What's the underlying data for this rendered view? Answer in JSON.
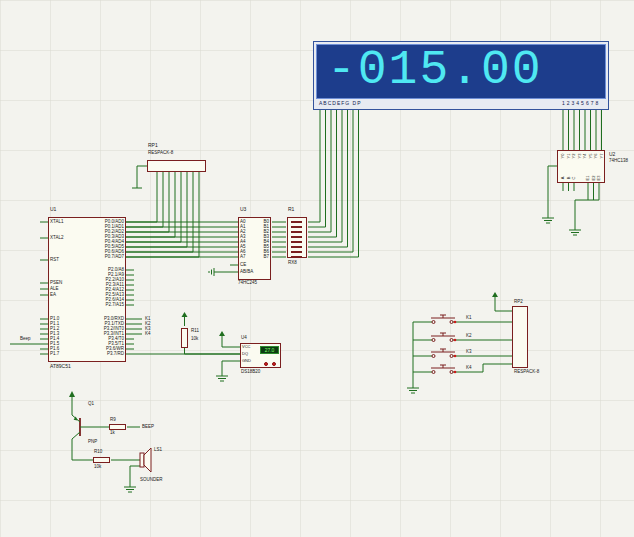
{
  "diagram": {
    "nodes": [
      {
        "text": [
          "-015.00",
          "ABCDEFG DP",
          "12345678"
        ]
      },
      {
        "text": [
          "RP1",
          "RESPACK-8"
        ]
      },
      {
        "text": [
          "U1",
          "AT89C51",
          "XTAL1",
          "XTAL2",
          "RST",
          "PSEN",
          "ALE",
          "EA",
          "P1.0",
          "P1.1",
          "P1.2",
          "P1.3",
          "P1.4",
          "P1.5",
          "P1.6",
          "P1.7",
          "P0.0/AD0",
          "P0.1/AD1",
          "P0.2/AD2",
          "P0.3/AD3",
          "P0.4/AD4",
          "P0.5/AD5",
          "P0.6/AD6",
          "P0.7/AD7",
          "P2.0/A8",
          "P2.1/A9",
          "P2.2/A10",
          "P2.3/A11",
          "P2.4/A12",
          "P2.5/A13",
          "P2.6/A14",
          "P2.7/A15",
          "P3.0/RXD",
          "P3.1/TXD",
          "P3.2/INT0",
          "P3.3/INT1",
          "P3.4/T0",
          "P3.5/T1",
          "P3.6/WR",
          "P3.7/RD"
        ]
      },
      {
        "text": [
          "U3",
          "74HC245",
          "A0",
          "A1",
          "A2",
          "A3",
          "A4",
          "A5",
          "A6",
          "A7",
          "CE",
          "AB/BA",
          "B0",
          "B1",
          "B2",
          "B3",
          "B4",
          "B5",
          "B6",
          "B7"
        ]
      },
      {
        "text": [
          "R1",
          "RX8"
        ]
      },
      {
        "text": [
          "U2",
          "74HC138",
          "Y0",
          "Y1",
          "Y2",
          "Y3",
          "Y4",
          "Y5",
          "Y6",
          "Y7",
          "A",
          "B",
          "C",
          "E1",
          "E2",
          "E3"
        ]
      },
      {
        "text": [
          "R11",
          "10k"
        ]
      },
      {
        "text": [
          "U4",
          "DS18B20",
          "VCC",
          "DQ",
          "GND",
          "27.0"
        ]
      },
      {
        "text": [
          "Q1",
          "PNP"
        ]
      },
      {
        "text": [
          "R9",
          "1k"
        ]
      },
      {
        "text": [
          "R10",
          "10k"
        ]
      },
      {
        "text": [
          "LS1",
          "SOUNDER"
        ]
      },
      {
        "text": [
          "RP2",
          "RESPACK-8"
        ]
      }
    ],
    "edges": [
      {
        "from": 2,
        "to": 3,
        "arrow": "none"
      },
      {
        "from": 2,
        "to": 3,
        "arrow": "none"
      },
      {
        "from": 2,
        "to": 3,
        "arrow": "none"
      },
      {
        "from": 2,
        "to": 3,
        "arrow": "none"
      },
      {
        "from": 2,
        "to": 3,
        "arrow": "none"
      },
      {
        "from": 2,
        "to": 3,
        "arrow": "none"
      },
      {
        "from": 2,
        "to": 3,
        "arrow": "none"
      },
      {
        "from": 2,
        "to": 3,
        "arrow": "none"
      },
      {
        "from": 3,
        "to": 4,
        "arrow": "none"
      },
      {
        "from": 3,
        "to": 4,
        "arrow": "none"
      },
      {
        "from": 3,
        "to": 4,
        "arrow": "none"
      },
      {
        "from": 3,
        "to": 4,
        "arrow": "none"
      },
      {
        "from": 3,
        "to": 4,
        "arrow": "none"
      },
      {
        "from": 3,
        "to": 4,
        "arrow": "none"
      },
      {
        "from": 3,
        "to": 4,
        "arrow": "none"
      },
      {
        "from": 3,
        "to": 4,
        "arrow": "none"
      },
      {
        "from": 4,
        "to": 0,
        "arrow": "none"
      },
      {
        "from": 4,
        "to": 0,
        "arrow": "none"
      },
      {
        "from": 4,
        "to": 0,
        "arrow": "none"
      },
      {
        "from": 4,
        "to": 0,
        "arrow": "none"
      },
      {
        "from": 4,
        "to": 0,
        "arrow": "none"
      },
      {
        "from": 4,
        "to": 0,
        "arrow": "none"
      },
      {
        "from": 4,
        "to": 0,
        "arrow": "none"
      },
      {
        "from": 4,
        "to": 0,
        "arrow": "none"
      },
      {
        "from": 5,
        "to": 0,
        "arrow": "none"
      },
      {
        "from": 5,
        "to": 0,
        "arrow": "none"
      },
      {
        "from": 5,
        "to": 0,
        "arrow": "none"
      },
      {
        "from": 5,
        "to": 0,
        "arrow": "none"
      },
      {
        "from": 5,
        "to": 0,
        "arrow": "none"
      },
      {
        "from": 5,
        "to": 0,
        "arrow": "none"
      },
      {
        "from": 5,
        "to": 0,
        "arrow": "none"
      },
      {
        "from": 5,
        "to": 0,
        "arrow": "none"
      },
      {
        "from": 1,
        "to": 2,
        "arrow": "none"
      },
      {
        "from": 1,
        "to": 2,
        "arrow": "none"
      },
      {
        "from": 1,
        "to": 2,
        "arrow": "none"
      },
      {
        "from": 1,
        "to": 2,
        "arrow": "none"
      },
      {
        "from": 1,
        "to": 2,
        "arrow": "none"
      },
      {
        "from": 1,
        "to": 2,
        "arrow": "none"
      },
      {
        "from": 1,
        "to": 2,
        "arrow": "none"
      },
      {
        "from": 1,
        "to": 2,
        "arrow": "none"
      },
      {
        "from": 2,
        "to": 7,
        "arrow": "none"
      },
      {
        "from": 6,
        "to": 7,
        "arrow": "none"
      },
      {
        "from": 8,
        "to": 9,
        "arrow": "none"
      },
      {
        "from": 8,
        "to": 10,
        "arrow": "none"
      },
      {
        "from": 10,
        "to": 11,
        "arrow": "none"
      }
    ],
    "labels": [
      "K1",
      "K2",
      "K3",
      "K4",
      "Beep",
      "K1",
      "K2",
      "K3",
      "K4",
      "BEEP"
    ]
  }
}
